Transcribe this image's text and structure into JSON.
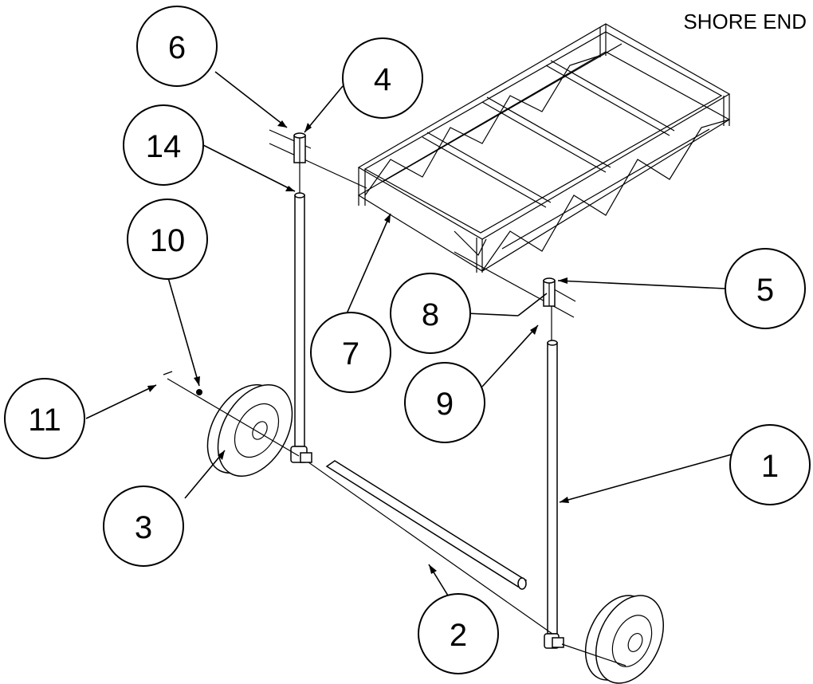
{
  "heading": "SHORE END",
  "callouts": [
    {
      "id": "6",
      "label": "6"
    },
    {
      "id": "4",
      "label": "4"
    },
    {
      "id": "14",
      "label": "14"
    },
    {
      "id": "10",
      "label": "10"
    },
    {
      "id": "11",
      "label": "11"
    },
    {
      "id": "3",
      "label": "3"
    },
    {
      "id": "7",
      "label": "7"
    },
    {
      "id": "8",
      "label": "8"
    },
    {
      "id": "9",
      "label": "9"
    },
    {
      "id": "5",
      "label": "5"
    },
    {
      "id": "1",
      "label": "1"
    },
    {
      "id": "2",
      "label": "2"
    }
  ],
  "colors": {
    "ink": "#000000",
    "paper": "#ffffff"
  }
}
